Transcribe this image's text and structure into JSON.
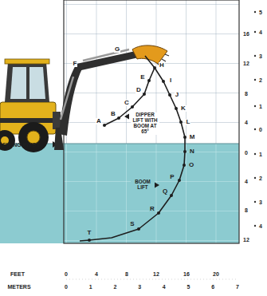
{
  "diagram": {
    "labels": [
      "A",
      "B",
      "C",
      "D",
      "E",
      "F",
      "G",
      "H",
      "I",
      "J",
      "K",
      "L",
      "M",
      "N",
      "O",
      "P",
      "Q",
      "R",
      "S",
      "T",
      "DIPPER LIFT WITH BOOM AT 65°",
      "BOOM LIFT",
      "SWING PIVOT",
      "16",
      "12",
      "8",
      "4",
      "0",
      "4",
      "8",
      "12",
      "5",
      "4",
      "3",
      "2",
      "1",
      "0",
      "1",
      "2",
      "3",
      "4",
      "FEET",
      "0",
      "4",
      "8",
      "12",
      "16",
      "20",
      "METERS",
      "0",
      "1",
      "2",
      "3",
      "4",
      "5",
      "6",
      "7"
    ]
  }
}
